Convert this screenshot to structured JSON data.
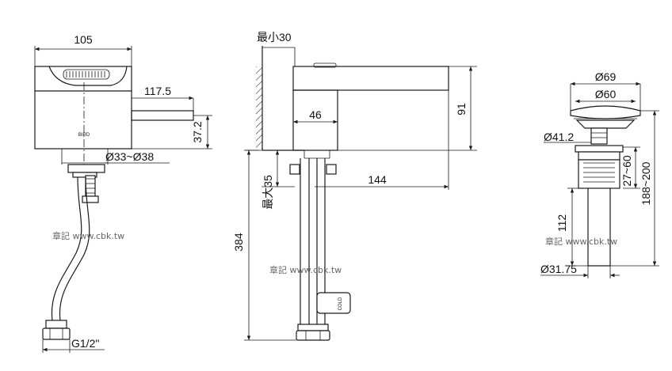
{
  "front_view": {
    "width_label": "105",
    "handle_label": "117.5",
    "handle_height_label": "37.2",
    "hole_label": "Ø33~Ø38",
    "thread_label": "G1/2\"",
    "brand_mark": "BIRD",
    "watermark": "章記 www.cbk.tw"
  },
  "side_view": {
    "thickness_label": "最小30",
    "spout_offset_label": "46",
    "height_label": "91",
    "reach_label": "144",
    "counter_label": "最大35",
    "total_height_label": "384",
    "cold_label": "COLD",
    "watermark": "章記 www.cbk.tw"
  },
  "drain_view": {
    "outer_dia_label": "Ø69",
    "cap_dia_label": "Ø60",
    "stem_dia_label": "Ø41.2",
    "range_label": "27~60",
    "total_label": "188~200",
    "length_label": "112",
    "tail_dia_label": "Ø31.75",
    "watermark": "章記 www.cbk.tw"
  }
}
